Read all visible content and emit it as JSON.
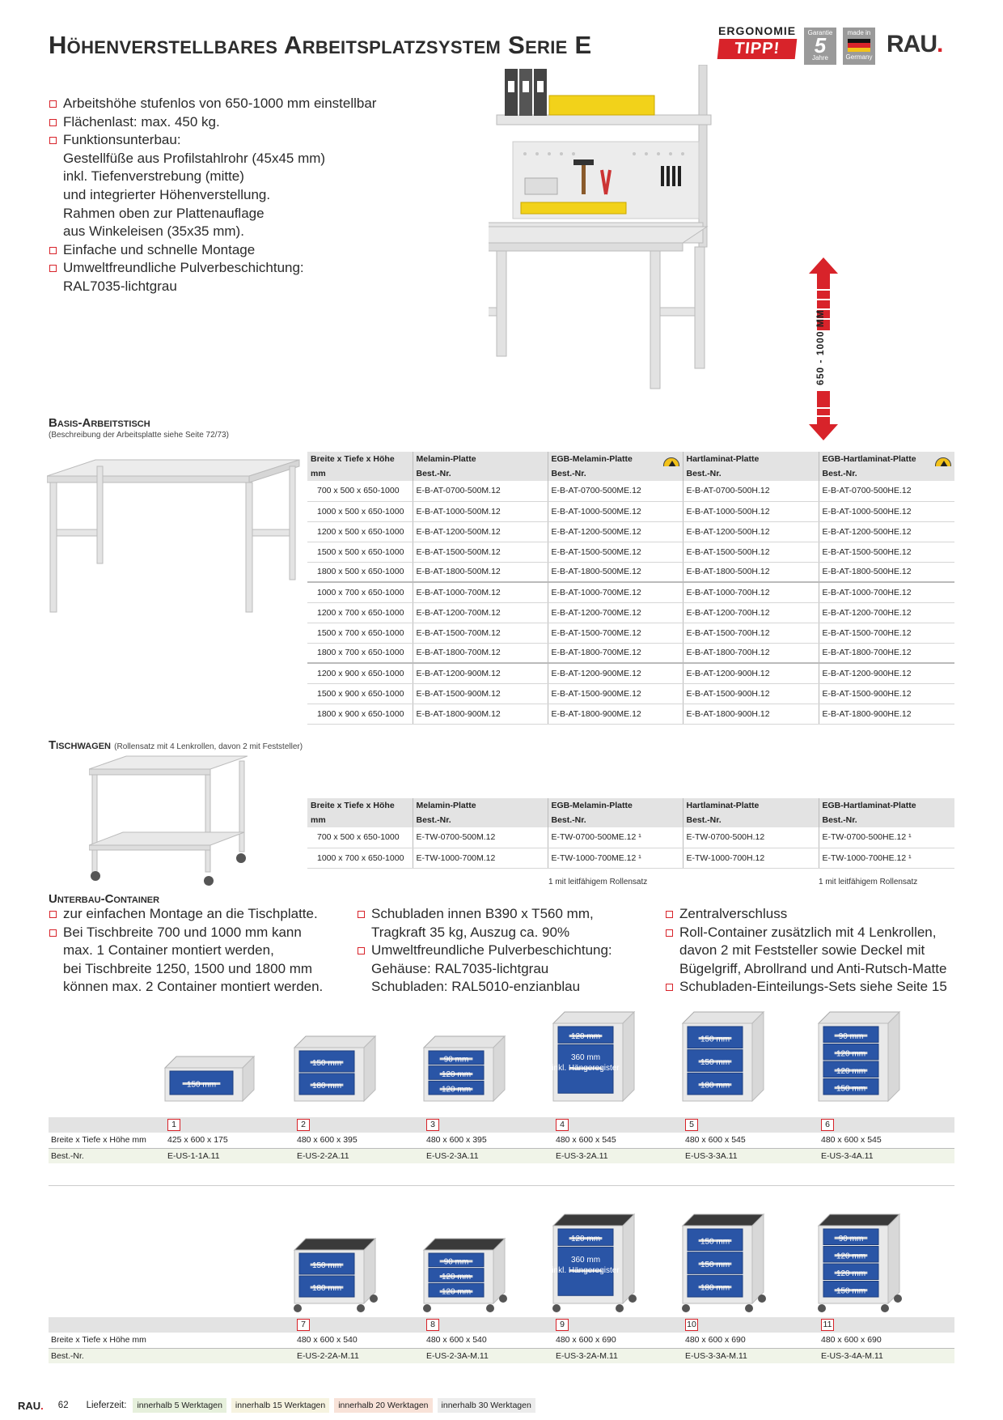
{
  "header": {
    "title": "Höhenverstellbares Arbeitsplatzsystem Serie E",
    "ergonomie": "ERGONOMIE",
    "tipp": "TIPP!",
    "garantie_label": "Garantie",
    "garantie_years": "5",
    "garantie_unit": "Jahre",
    "made_in_label": "made in",
    "made_in_country": "Germany",
    "logo": "RAU",
    "logo_dot": ".",
    "colors": {
      "accent": "#d8232a",
      "blue": "#2a55a6"
    }
  },
  "intro": {
    "bullets": [
      "Arbeitshöhe stufenlos von 650-1000 mm einstellbar",
      "Flächenlast: max. 450 kg.",
      "Funktionsunterbau:"
    ],
    "bullet3_lines": [
      "Gestellfüße aus Profilstahlrohr (45x45 mm)",
      "inkl. Tiefenverstrebung (mitte)",
      "und integrierter Höhenverstellung.",
      "Rahmen oben zur Plattenauflage",
      "aus Winkeleisen (35x35 mm)."
    ],
    "bullets_after": [
      "Einfache und schnelle Montage",
      "Umweltfreundliche Pulverbeschichtung:"
    ],
    "last_line": "RAL7035-lichtgrau",
    "height_label": "650 - 1000 MM"
  },
  "basis": {
    "title": "Basis-Arbeitstisch",
    "note": "(Beschreibung der Arbeitsplatte siehe Seite 72/73)",
    "headers": [
      [
        "Breite x Tiefe x Höhe",
        "mm"
      ],
      [
        "Melamin-Platte",
        "Best.-Nr."
      ],
      [
        "EGB-Melamin-Platte",
        "Best.-Nr."
      ],
      [
        "Hartlaminat-Platte",
        "Best.-Nr."
      ],
      [
        "EGB-Hartlaminat-Platte",
        "Best.-Nr."
      ]
    ],
    "esd_label": "EGB",
    "rows": [
      [
        "700 x 500 x 650-1000",
        "E-B-AT-0700-500M.12",
        "E-B-AT-0700-500ME.12",
        "E-B-AT-0700-500H.12",
        "E-B-AT-0700-500HE.12"
      ],
      [
        "1000 x 500 x 650-1000",
        "E-B-AT-1000-500M.12",
        "E-B-AT-1000-500ME.12",
        "E-B-AT-1000-500H.12",
        "E-B-AT-1000-500HE.12"
      ],
      [
        "1200 x 500 x 650-1000",
        "E-B-AT-1200-500M.12",
        "E-B-AT-1200-500ME.12",
        "E-B-AT-1200-500H.12",
        "E-B-AT-1200-500HE.12"
      ],
      [
        "1500 x 500 x 650-1000",
        "E-B-AT-1500-500M.12",
        "E-B-AT-1500-500ME.12",
        "E-B-AT-1500-500H.12",
        "E-B-AT-1500-500HE.12"
      ],
      [
        "1800 x 500 x 650-1000",
        "E-B-AT-1800-500M.12",
        "E-B-AT-1800-500ME.12",
        "E-B-AT-1800-500H.12",
        "E-B-AT-1800-500HE.12"
      ],
      [
        "1000 x 700 x 650-1000",
        "E-B-AT-1000-700M.12",
        "E-B-AT-1000-700ME.12",
        "E-B-AT-1000-700H.12",
        "E-B-AT-1000-700HE.12"
      ],
      [
        "1200 x 700 x 650-1000",
        "E-B-AT-1200-700M.12",
        "E-B-AT-1200-700ME.12",
        "E-B-AT-1200-700H.12",
        "E-B-AT-1200-700HE.12"
      ],
      [
        "1500 x 700 x 650-1000",
        "E-B-AT-1500-700M.12",
        "E-B-AT-1500-700ME.12",
        "E-B-AT-1500-700H.12",
        "E-B-AT-1500-700HE.12"
      ],
      [
        "1800 x 700 x 650-1000",
        "E-B-AT-1800-700M.12",
        "E-B-AT-1800-700ME.12",
        "E-B-AT-1800-700H.12",
        "E-B-AT-1800-700HE.12"
      ],
      [
        "1200 x 900 x 650-1000",
        "E-B-AT-1200-900M.12",
        "E-B-AT-1200-900ME.12",
        "E-B-AT-1200-900H.12",
        "E-B-AT-1200-900HE.12"
      ],
      [
        "1500 x 900 x 650-1000",
        "E-B-AT-1500-900M.12",
        "E-B-AT-1500-900ME.12",
        "E-B-AT-1500-900H.12",
        "E-B-AT-1500-900HE.12"
      ],
      [
        "1800 x 900 x 650-1000",
        "E-B-AT-1800-900M.12",
        "E-B-AT-1800-900ME.12",
        "E-B-AT-1800-900H.12",
        "E-B-AT-1800-900HE.12"
      ]
    ]
  },
  "tischwagen": {
    "title": "Tischwagen",
    "note": "(Rollensatz mit 4 Lenkrollen, davon 2 mit Feststeller)",
    "rows": [
      [
        "700 x 500 x 650-1000",
        "E-TW-0700-500M.12",
        "E-TW-0700-500ME.12 ¹",
        "E-TW-0700-500H.12",
        "E-TW-0700-500HE.12 ¹"
      ],
      [
        "1000 x 700 x 650-1000",
        "E-TW-1000-700M.12",
        "E-TW-1000-700ME.12 ¹",
        "E-TW-1000-700H.12",
        "E-TW-1000-700HE.12 ¹"
      ]
    ],
    "footnote": "1 mit leitfähigem Rollensatz"
  },
  "container": {
    "title": "Unterbau-Container",
    "col1": [
      {
        "b": true,
        "t": "zur einfachen Montage an die Tischplatte."
      },
      {
        "b": true,
        "t": "Bei Tischbreite 700 und 1000 mm kann"
      },
      {
        "b": false,
        "t": "max. 1 Container montiert werden,"
      },
      {
        "b": false,
        "t": "bei Tischbreite 1250, 1500 und 1800 mm"
      },
      {
        "b": false,
        "t": "können max. 2 Container montiert werden."
      }
    ],
    "col2": [
      {
        "b": true,
        "t": "Schubladen innen B390 x T560 mm,"
      },
      {
        "b": false,
        "t": "Tragkraft 35 kg, Auszug ca. 90%"
      },
      {
        "b": true,
        "t": "Umweltfreundliche Pulverbeschichtung:"
      },
      {
        "b": false,
        "t": "Gehäuse: RAL7035-lichtgrau"
      },
      {
        "b": false,
        "t": "Schubladen: RAL5010-enzianblau"
      }
    ],
    "col3": [
      {
        "b": true,
        "t": "Zentralverschluss"
      },
      {
        "b": true,
        "t": "Roll-Container zusätzlich mit 4 Lenkrollen,"
      },
      {
        "b": false,
        "t": "davon 2 mit Feststeller sowie Deckel mit"
      },
      {
        "b": false,
        "t": "Bügelgriff, Abrollrand und Anti-Rutsch-Matte"
      },
      {
        "b": true,
        "t": "Schubladen-Einteilungs-Sets siehe Seite 15"
      }
    ],
    "row_label_dim": "Breite x Tiefe x Höhe mm",
    "row_label_bn": "Best.-Nr.",
    "group1": [
      {
        "n": "1",
        "dim": "425 x 600 x 175",
        "bn": "E-US-1-1A.11",
        "drawers": [
          "150 mm"
        ]
      },
      {
        "n": "2",
        "dim": "480 x 600 x 395",
        "bn": "E-US-2-2A.11",
        "drawers": [
          "150 mm",
          "180 mm"
        ]
      },
      {
        "n": "3",
        "dim": "480 x 600 x 395",
        "bn": "E-US-2-3A.11",
        "drawers": [
          "90 mm",
          "120 mm",
          "120 mm"
        ]
      },
      {
        "n": "4",
        "dim": "480 x 600 x 545",
        "bn": "E-US-3-2A.11",
        "drawers": [
          "120 mm",
          "360 mm inkl. Hängeregister"
        ]
      },
      {
        "n": "5",
        "dim": "480 x 600 x 545",
        "bn": "E-US-3-3A.11",
        "drawers": [
          "150 mm",
          "150 mm",
          "180 mm"
        ]
      },
      {
        "n": "6",
        "dim": "480 x 600 x 545",
        "bn": "E-US-3-4A.11",
        "drawers": [
          "90 mm",
          "120 mm",
          "120 mm",
          "150 mm"
        ]
      }
    ],
    "group2": [
      {
        "n": "7",
        "dim": "480 x 600 x 540",
        "bn": "E-US-2-2A-M.11",
        "drawers": [
          "150 mm",
          "180 mm"
        ]
      },
      {
        "n": "8",
        "dim": "480 x 600 x 540",
        "bn": "E-US-2-3A-M.11",
        "drawers": [
          "90 mm",
          "120 mm",
          "120 mm"
        ]
      },
      {
        "n": "9",
        "dim": "480 x 600 x 690",
        "bn": "E-US-3-2A-M.11",
        "drawers": [
          "120 mm",
          "360 mm inkl. Hängeregister"
        ]
      },
      {
        "n": "10",
        "dim": "480 x 600 x 690",
        "bn": "E-US-3-3A-M.11",
        "drawers": [
          "150 mm",
          "150 mm",
          "180 mm"
        ]
      },
      {
        "n": "11",
        "dim": "480 x 600 x 690",
        "bn": "E-US-3-4A-M.11",
        "drawers": [
          "90 mm",
          "120 mm",
          "120 mm",
          "150 mm"
        ]
      }
    ]
  },
  "footer": {
    "logo": "RAU",
    "page": "62",
    "lieferzeit": "Lieferzeit:",
    "options": [
      {
        "t": "innerhalb 5 Werktagen",
        "c": "#e6f0dc"
      },
      {
        "t": "innerhalb 15 Werktagen",
        "c": "#f6f3e0"
      },
      {
        "t": "innerhalb 20 Werktagen",
        "c": "#f8e2d8"
      },
      {
        "t": "innerhalb 30 Werktagen",
        "c": "#ececec"
      }
    ]
  }
}
